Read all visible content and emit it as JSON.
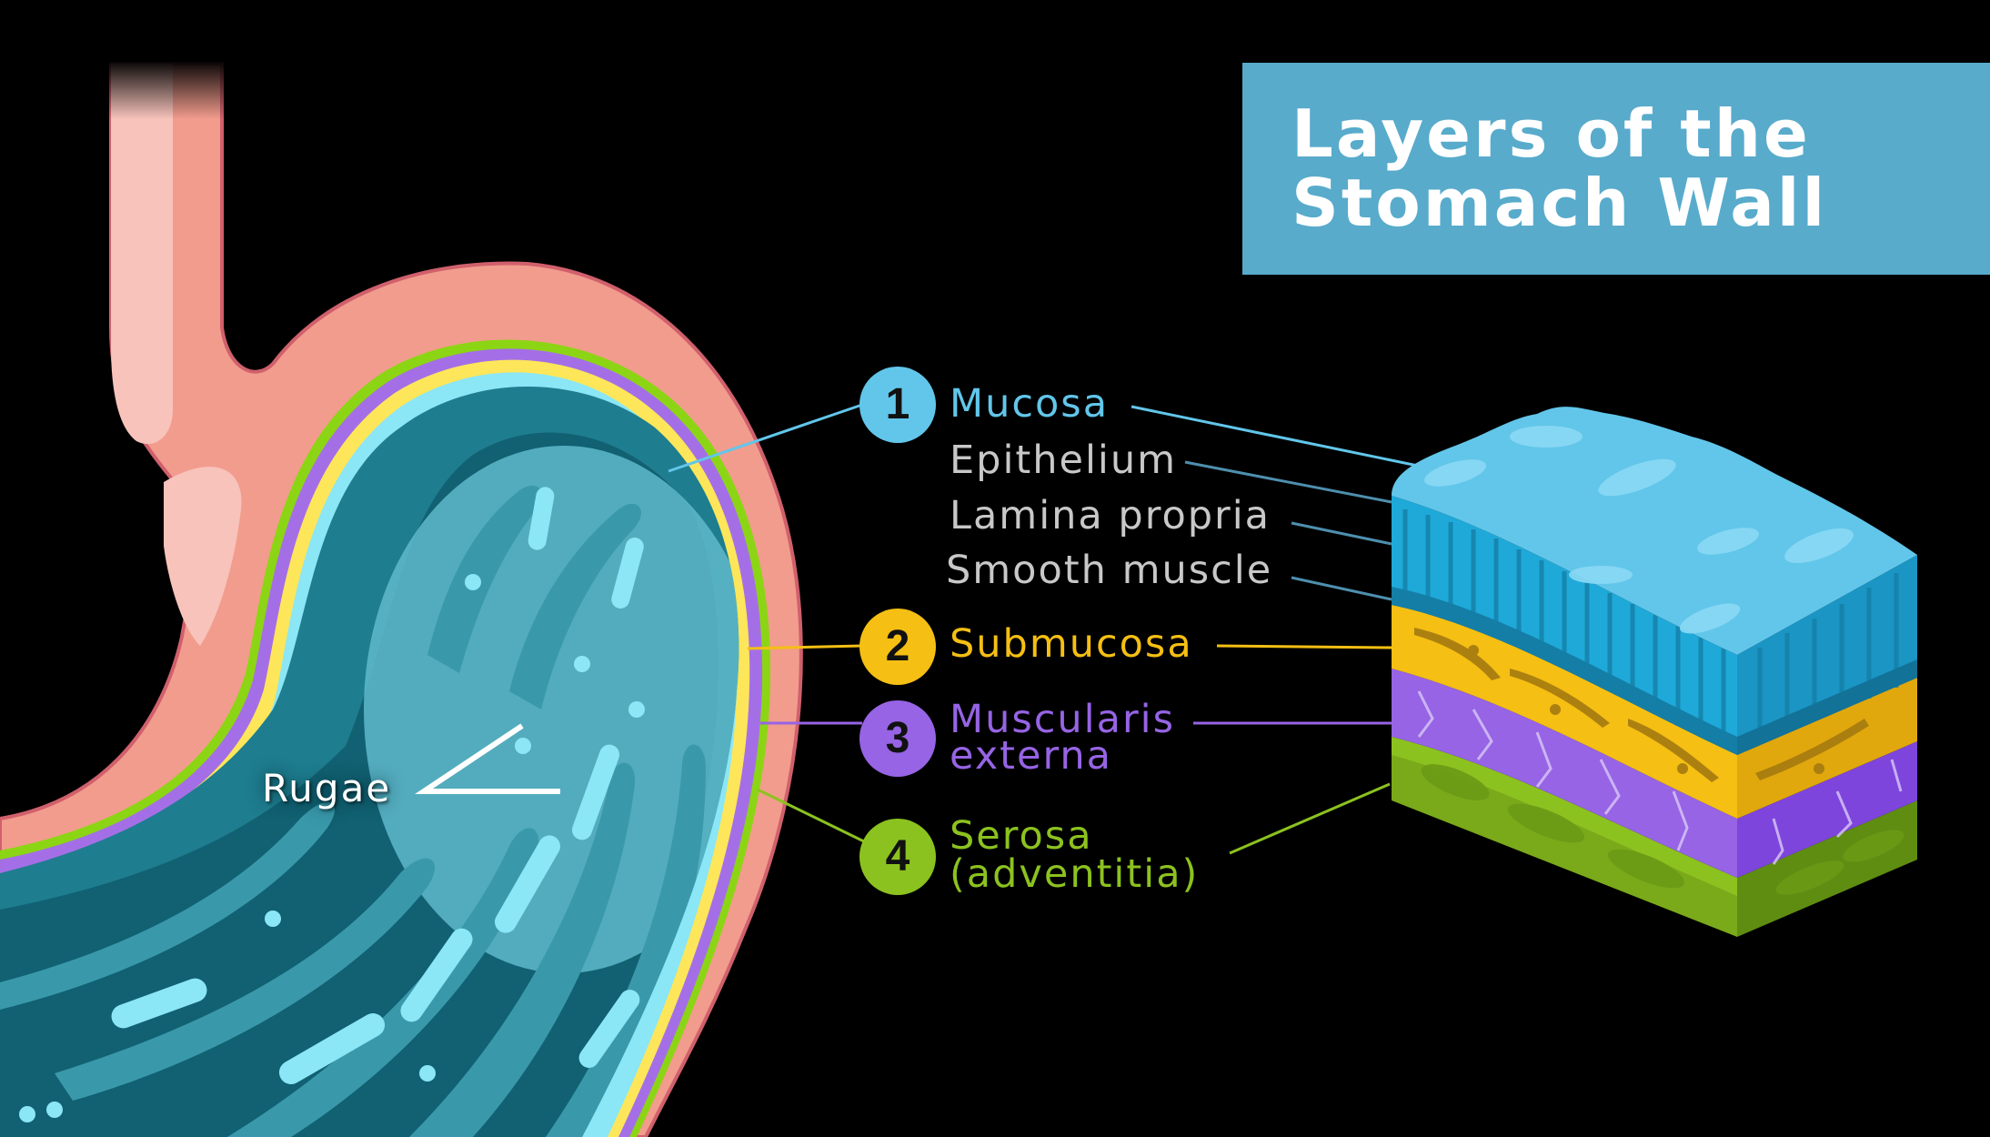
{
  "title": {
    "line1": "Layers of the",
    "line2": "Stomach Wall",
    "background_color": "#58abcb"
  },
  "layers": [
    {
      "number": "1",
      "name": "Mucosa",
      "color": "#62c6ea",
      "sublayers": [
        "Epithelium",
        "Lamina propria",
        "Smooth muscle"
      ]
    },
    {
      "number": "2",
      "name": "Submucosa",
      "color": "#f5bf13"
    },
    {
      "number": "3",
      "name_line1": "Muscularis",
      "name_line2": "externa",
      "color": "#9664e4"
    },
    {
      "number": "4",
      "name_line1": "Serosa",
      "name_line2": "(adventitia)",
      "color": "#8cc21f"
    }
  ],
  "sublayer_color": "#c8c8c8",
  "rugae_label": "Rugae",
  "illustrations": {
    "stomach": "stomach-cross-section",
    "tissue_block": "stomach-wall-tissue-block"
  }
}
